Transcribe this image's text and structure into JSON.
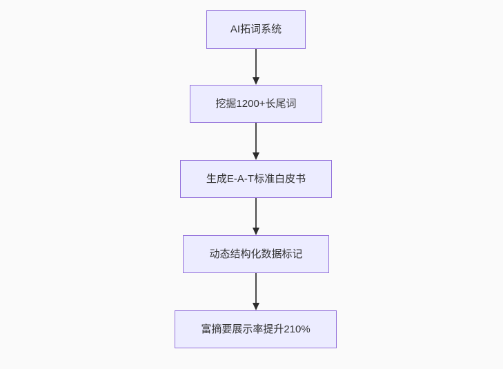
{
  "diagram": {
    "type": "flowchart",
    "direction": "top-down",
    "colors": {
      "background": "#fafafa",
      "node_fill": "#ececff",
      "node_border": "#9370db",
      "node_text": "#333333",
      "arrow": "#333333"
    },
    "nodes": [
      {
        "id": "A",
        "label": "AI拓词系统"
      },
      {
        "id": "B",
        "label": "挖掘1200+长尾词"
      },
      {
        "id": "C",
        "label": "生成E-A-T标准白皮书"
      },
      {
        "id": "D",
        "label": "动态结构化数据标记"
      },
      {
        "id": "E",
        "label": "富摘要展示率提升210%"
      }
    ],
    "edges": [
      {
        "from": "AI拓词系统",
        "to": "挖掘1200+长尾词",
        "arrow": "down"
      },
      {
        "from": "挖掘1200+长尾词",
        "to": "生成E-A-T标准白皮书",
        "arrow": "down"
      },
      {
        "from": "生成E-A-T标准白皮书",
        "to": "动态结构化数据标记",
        "arrow": "down"
      },
      {
        "from": "动态结构化数据标记",
        "to": "富摘要展示率提升210%",
        "arrow": "down"
      }
    ]
  }
}
